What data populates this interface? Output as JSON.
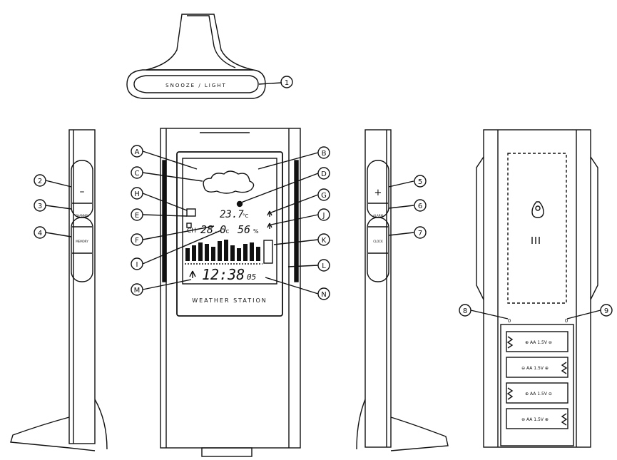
{
  "top_view": {
    "snooze_label": "SNOOZE / LIGHT",
    "callout": "1"
  },
  "left_side": {
    "callouts": [
      "2",
      "3",
      "4"
    ],
    "button_minus": "–",
    "button_mid": "CHANNEL",
    "button_low": "MEMORY"
  },
  "front": {
    "callouts": [
      "A",
      "B",
      "C",
      "D",
      "H",
      "G",
      "E",
      "J",
      "F",
      "K",
      "I",
      "L",
      "M",
      "N"
    ],
    "temp": "23.7",
    "temp_unit": "°C",
    "ch_label": "CH",
    "temp2": "28.0",
    "temp2_unit": "°C",
    "humidity": "56",
    "humidity_unit": "%",
    "time": "12:38",
    "seconds": "05",
    "brand": "WEATHER STATION"
  },
  "right_side": {
    "callouts": [
      "5",
      "6",
      "7"
    ],
    "button_plus": "+",
    "button_mid": "ALARM",
    "button_low": "CLOCK"
  },
  "back": {
    "callouts": [
      "8",
      "9"
    ],
    "mark_8": "0",
    "mark_9": "0",
    "battery_labels": [
      "⊕ AA 1.5V ⊖",
      "⊖ AA 1.5V ⊕",
      "⊕ AA 1.5V ⊖",
      "⊖ AA 1.5V ⊕"
    ]
  }
}
